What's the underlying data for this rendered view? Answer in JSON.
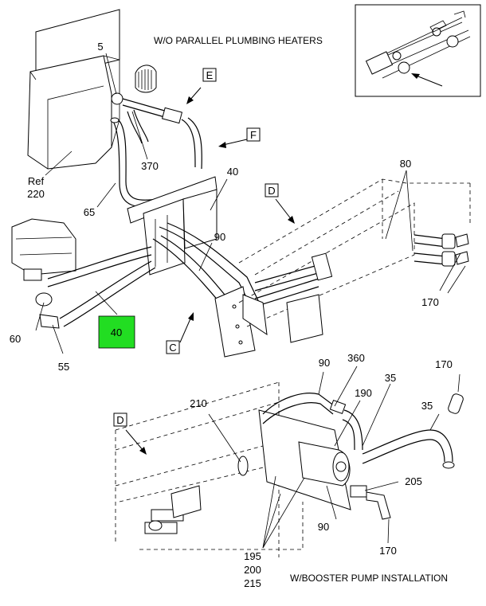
{
  "captions": {
    "top": "W/O PARALLEL PLUMBING HEATERS",
    "bottom": "W/BOOSTER PUMP INSTALLATION"
  },
  "views": {
    "E": "E",
    "F": "F",
    "D_top": "D",
    "C": "C",
    "D_bottom": "D"
  },
  "callouts": {
    "c5": "5",
    "c370": "370",
    "c40_top": "40",
    "c80": "80",
    "ref": "Ref",
    "c220": "220",
    "c65": "65",
    "c90_top": "90",
    "c170_right": "170",
    "c60": "60",
    "c55": "55",
    "c40_highlight": "40",
    "c90_mid": "90",
    "c360": "360",
    "c35_left": "35",
    "c170_top": "170",
    "c210": "210",
    "c190": "190",
    "c35_right": "35",
    "c205": "205",
    "c90_bottom": "90",
    "c170_bottom": "170",
    "c195": "195",
    "c200": "200",
    "c215": "215"
  },
  "colors": {
    "highlight": "#22dd22",
    "line": "#000000"
  }
}
